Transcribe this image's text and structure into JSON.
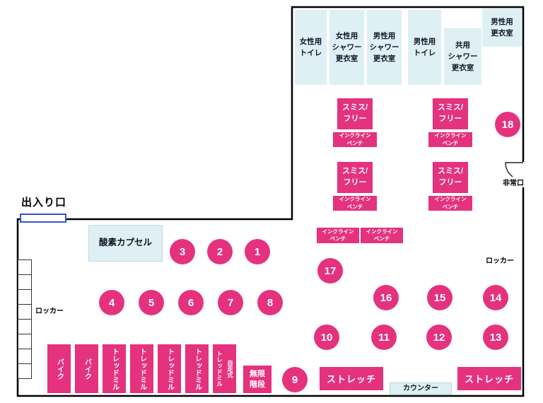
{
  "colors": {
    "pink": "#e5327e",
    "cyan": "#def0f4",
    "door_blue": "#2e55cf"
  },
  "entrance": {
    "label": "出入り口"
  },
  "emergency_exit": {
    "label": "非常口"
  },
  "lockers": {
    "left_label": "ロッカー",
    "right_label": "ロッカー"
  },
  "oxygen_capsule": {
    "label": "酸素カプセル"
  },
  "rooms": [
    {
      "id": "women-toilet",
      "label": "女性用\nトイレ"
    },
    {
      "id": "women-shower-changing",
      "label": "女性用\nシャワー\n更衣室"
    },
    {
      "id": "men-shower-changing",
      "label": "男性用\nシャワー\n更衣室"
    },
    {
      "id": "men-toilet",
      "label": "男性用\nトイレ"
    },
    {
      "id": "shared-shower-changing",
      "label": "共用\nシャワー\n更衣室"
    },
    {
      "id": "men-changing",
      "label": "男性用\n更衣室"
    }
  ],
  "equipment": {
    "smith_free": "スミス/\nフリー",
    "incline_bench": "インクライン\nベンチ",
    "bike": "バイク",
    "treadmill": "トレッドミル",
    "self_propelled_treadmill": "自走式\nトレッドミル",
    "infinite_stairs": "無限\n階段",
    "stretch": "ストレッチ",
    "counter": "カウンター"
  },
  "stations": [
    "1",
    "2",
    "3",
    "4",
    "5",
    "6",
    "7",
    "8",
    "9",
    "10",
    "11",
    "12",
    "13",
    "14",
    "15",
    "16",
    "17",
    "18"
  ]
}
